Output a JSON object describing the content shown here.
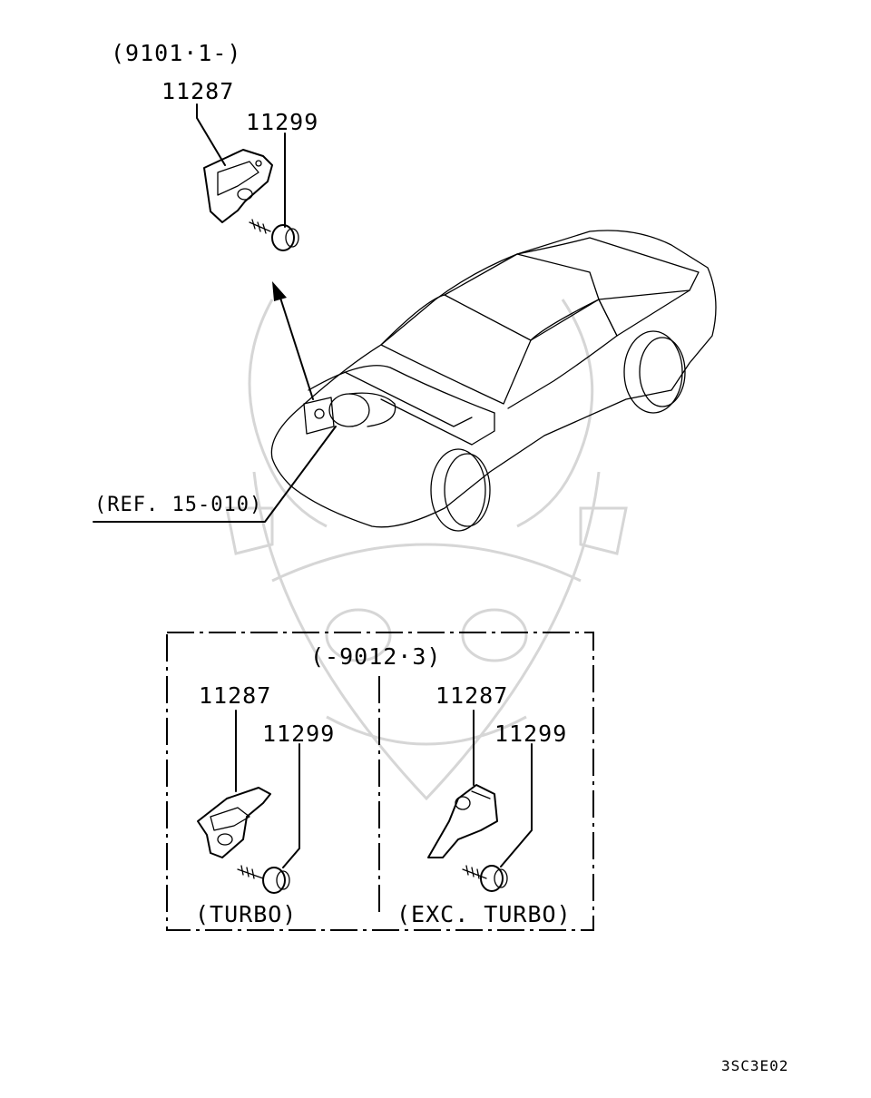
{
  "top": {
    "date_range": "(9101·1-)",
    "bracket_part": "11287",
    "bolt_part": "11299",
    "reference": "(REF. 15-010)"
  },
  "inset": {
    "date_range": "(-9012·3)",
    "left": {
      "bracket_part": "11287",
      "bolt_part": "11299",
      "variant": "(TURBO)"
    },
    "right": {
      "bracket_part": "11287",
      "bolt_part": "11299",
      "variant": "(EXC. TURBO)"
    }
  },
  "diagram_code": "3SC3E02",
  "icons": [
    "watermark-emblem",
    "car-outline",
    "bracket",
    "bolt",
    "pointer-arrow"
  ]
}
